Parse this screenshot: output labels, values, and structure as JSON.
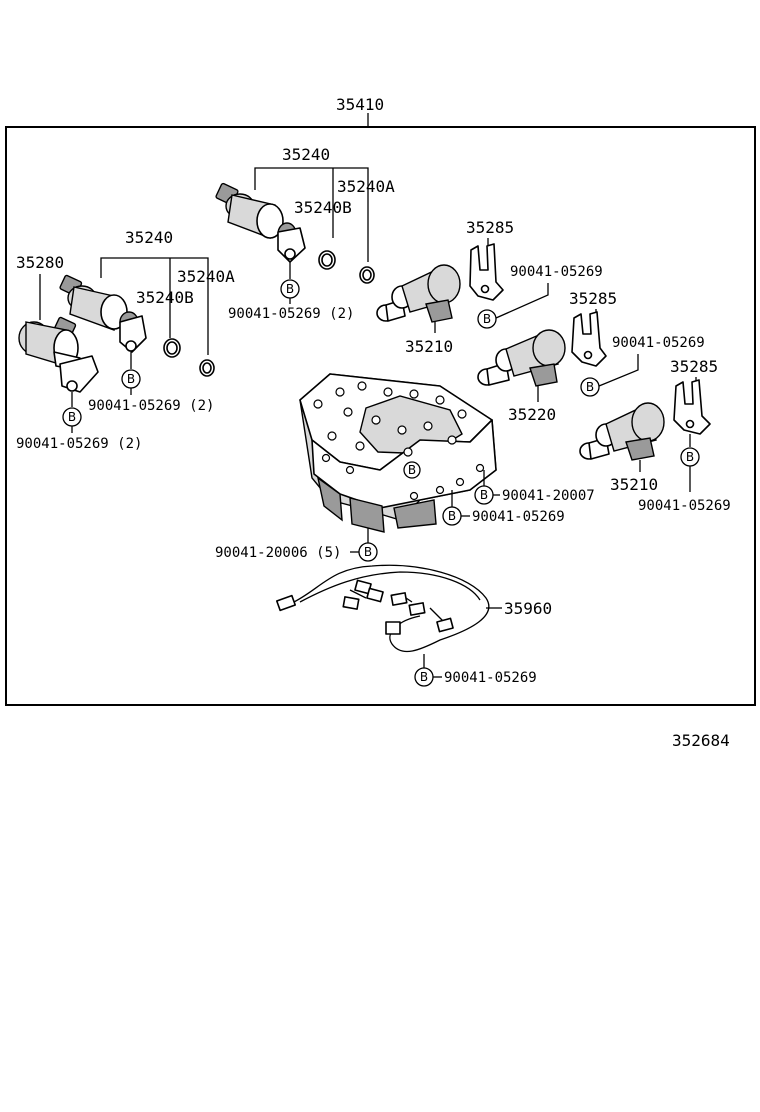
{
  "diagram": {
    "assembly_label": "35410",
    "figure_code": "352684",
    "bolt_symbol": "B",
    "groups": {
      "upper_solenoid": {
        "main": "35240",
        "sub_a": "35240A",
        "sub_b": "35240B",
        "bolt": "90041-05269 (2)"
      },
      "left_solenoid": {
        "main": "35240",
        "sub_a": "35240A",
        "sub_b": "35240B",
        "bolt": "90041-05269 (2)"
      },
      "far_left_solenoid": {
        "main": "35280",
        "bolt": "90041-05269 (2)"
      }
    },
    "right_parts": {
      "bracket_1": "35285",
      "bolt_1": "90041-05269",
      "solenoid_1": "35210",
      "bracket_2": "35285",
      "bolt_2": "90041-05269",
      "solenoid_2": "35220",
      "bracket_3": "35285",
      "bolt_3": "90041-05269",
      "solenoid_3": "35210"
    },
    "valve_body_bolts": {
      "bolt_a": "90041-20007",
      "bolt_b": "90041-05269",
      "bolt_c": "90041-20006 (5)"
    },
    "harness": {
      "label": "35960",
      "bolt": "90041-05269"
    }
  }
}
